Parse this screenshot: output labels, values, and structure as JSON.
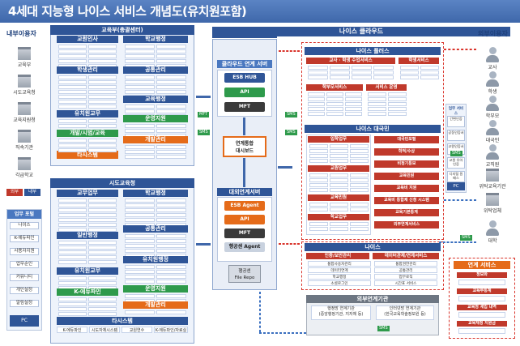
{
  "title": "4세대 지능형 나이스 서비스 개념도(유치원포함)",
  "left_column": {
    "label": "내부이용자",
    "users": [
      "교육부",
      "시도교육청",
      "교육지원청",
      "직속기관",
      "각급학교"
    ],
    "tabs": [
      "외부",
      "내부"
    ],
    "portal": {
      "title": "업무 포털",
      "items": [
        "나이스",
        "K-에듀파인",
        "사용자지원",
        "업무순인",
        "커뮤니티",
        "개인설정",
        "알림설정"
      ],
      "footer": "PC"
    }
  },
  "moe_center": {
    "title": "교육부(총괄센터)",
    "sub_left": [
      "교원인사",
      "학생관리",
      "유치원교무",
      "개발/시범/교육"
    ],
    "sub_right": [
      "학교행정",
      "공통관리",
      "교육행정",
      "운영지원",
      "개발관리"
    ],
    "footer": "타시스템"
  },
  "sido_office": {
    "title": "시도교육청",
    "sub_left": [
      "교무업무",
      "일반행정",
      "유치원교무",
      "K-에듀파인"
    ],
    "sub_right": [
      "학교행정",
      "공통관리",
      "유치원행정",
      "운영지원",
      "개발관리"
    ],
    "footer": "타시스템",
    "footer_items": [
      "K-에듀파인",
      "시도자체시스템",
      "교원연수",
      "K-에듀파인/자료실"
    ]
  },
  "link_center": {
    "title": "연계센터",
    "cloud_server": "클라우드 연계 서버",
    "nodes": [
      "ESB HUB",
      "API",
      "MFT"
    ],
    "dashboard": "연계통합\n대시보드",
    "agent_server": "대외연계서버",
    "agent_nodes": [
      "ESB Agent",
      "API",
      "MFT",
      "행공센 Agent"
    ],
    "file_repo": "행공센\nFile Repo"
  },
  "cloud": {
    "title": "나이스 클라우드",
    "plus": {
      "title": "나이스 플러스",
      "groups": [
        "교사 · 학생 수업서비스",
        "학생서비스",
        "학부모서비스",
        "서비스 운영"
      ]
    },
    "portal": {
      "title": "나이스 대국민",
      "left_items": [
        "입학업무",
        "교원업무",
        "교육민원",
        "학교업무"
      ],
      "right_items": [
        "대국민포털",
        "학적/수상",
        "비정기통보",
        "교육민원",
        "교육비 지원",
        "교육비 통합제 신청 시스템",
        "교육기본통계",
        "외부연계서비스"
      ]
    },
    "neis": {
      "title": "나이스",
      "left": "인증/보안관리",
      "right": "데이터관제/연계서비스",
      "items": [
        "통합사용자관리",
        "통합권한관리",
        "데이터연계",
        "공통관리",
        "학교행정",
        "업무로직",
        "소셜로그인",
        "시간표 서비스"
      ]
    },
    "external": {
      "title": "외부연계기관",
      "left": "행정망 연계기관\n(중앙행정기관, 지자체 등)",
      "right": "인터넷망 연계기관\n(한국교육학술정보원 등)"
    }
  },
  "right_column": {
    "label": "외부이용자",
    "users": [
      "교사",
      "학생",
      "학부모",
      "대국민",
      "교직원",
      "위탁교육기관",
      "위탁업체"
    ],
    "side_label": "업무 서비스",
    "side_items": [
      "간편인증",
      "공동인증서",
      "교원인증서",
      "교원 유아 인증",
      "디지털 원패스"
    ],
    "pc": "PC",
    "service": {
      "title": "연계 서비스",
      "items": [
        "정보화",
        "교육부통계",
        "교육청 세입 내역",
        "교육재정 지원금"
      ]
    },
    "mobile": "대학"
  },
  "connector_labels": [
    "SMS",
    "SMS",
    "MFT",
    "SMS",
    "SMS",
    "SMS",
    "SMS"
  ],
  "colors": {
    "header_blue": "#2f5597",
    "header_green": "#2e9a4b",
    "header_orange": "#e56b19",
    "accent_red": "#c0392b"
  }
}
